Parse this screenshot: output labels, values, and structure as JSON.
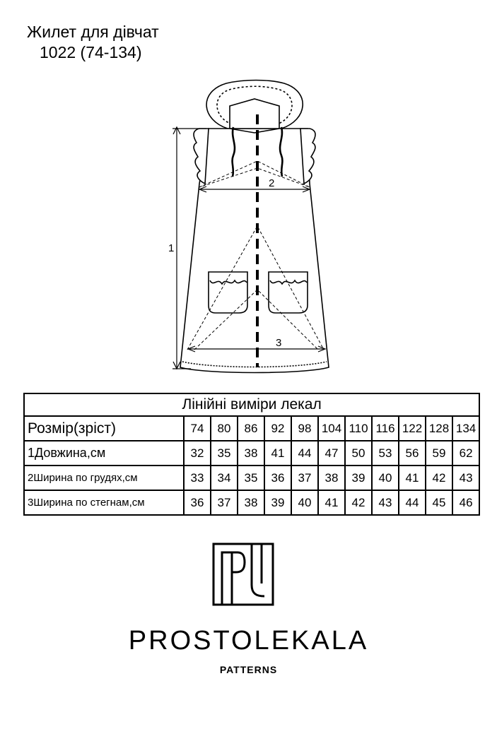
{
  "header": {
    "title": "Жилет для дівчат",
    "model": "1022 (74-134)"
  },
  "sketch": {
    "measure_labels": [
      "1",
      "2",
      "3"
    ]
  },
  "table": {
    "caption": "Лінійні виміри лекал",
    "size_label": "Розмір(зріст)",
    "sizes": [
      "74",
      "80",
      "86",
      "92",
      "98",
      "104",
      "110",
      "116",
      "122",
      "128",
      "134"
    ],
    "rows": [
      {
        "label": "1Довжина,см",
        "values": [
          "32",
          "35",
          "38",
          "41",
          "44",
          "47",
          "50",
          "53",
          "56",
          "59",
          "62"
        ]
      },
      {
        "label": "2Ширина по грудях,см",
        "values": [
          "33",
          "34",
          "35",
          "36",
          "37",
          "38",
          "39",
          "40",
          "41",
          "42",
          "43"
        ]
      },
      {
        "label": "3Ширина по стегнам,см",
        "values": [
          "36",
          "37",
          "38",
          "39",
          "40",
          "41",
          "42",
          "43",
          "44",
          "45",
          "46"
        ]
      }
    ]
  },
  "brand": {
    "name": "PROSTOLEKALA",
    "tagline": "PATTERNS"
  }
}
